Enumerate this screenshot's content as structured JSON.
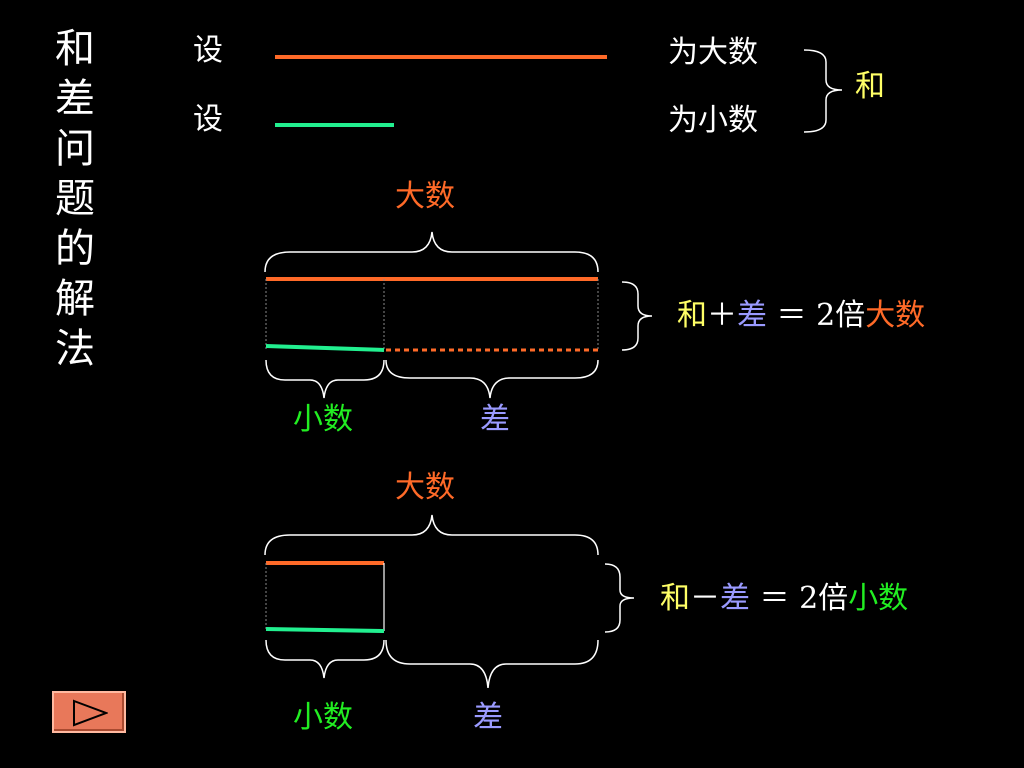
{
  "title": "和差问题的解法",
  "definitions": {
    "set1": "设",
    "set2": "设",
    "big_label": "为大数",
    "small_label": "为小数",
    "sum_label": "和"
  },
  "diagram1": {
    "top_label": "大数",
    "small_label": "小数",
    "diff_label": "差",
    "equation": {
      "sum": "和",
      "op": "＋",
      "diff": "差",
      "eq": "＝",
      "num": "2倍",
      "result": "大数"
    }
  },
  "diagram2": {
    "top_label": "大数",
    "small_label": "小数",
    "diff_label": "差",
    "equation": {
      "sum": "和",
      "op": "－",
      "diff": "差",
      "eq": "＝",
      "num": "2倍",
      "result": "小数"
    }
  },
  "colors": {
    "background": "#000000",
    "big": "#ff6a28",
    "small": "#22f090",
    "sum": "#ffff66",
    "diff": "#9a9aff",
    "small_text": "#22ee22",
    "bracket": "#ffffff",
    "button": "#e8785a"
  },
  "icons": {
    "play": "play-triangle-icon"
  }
}
